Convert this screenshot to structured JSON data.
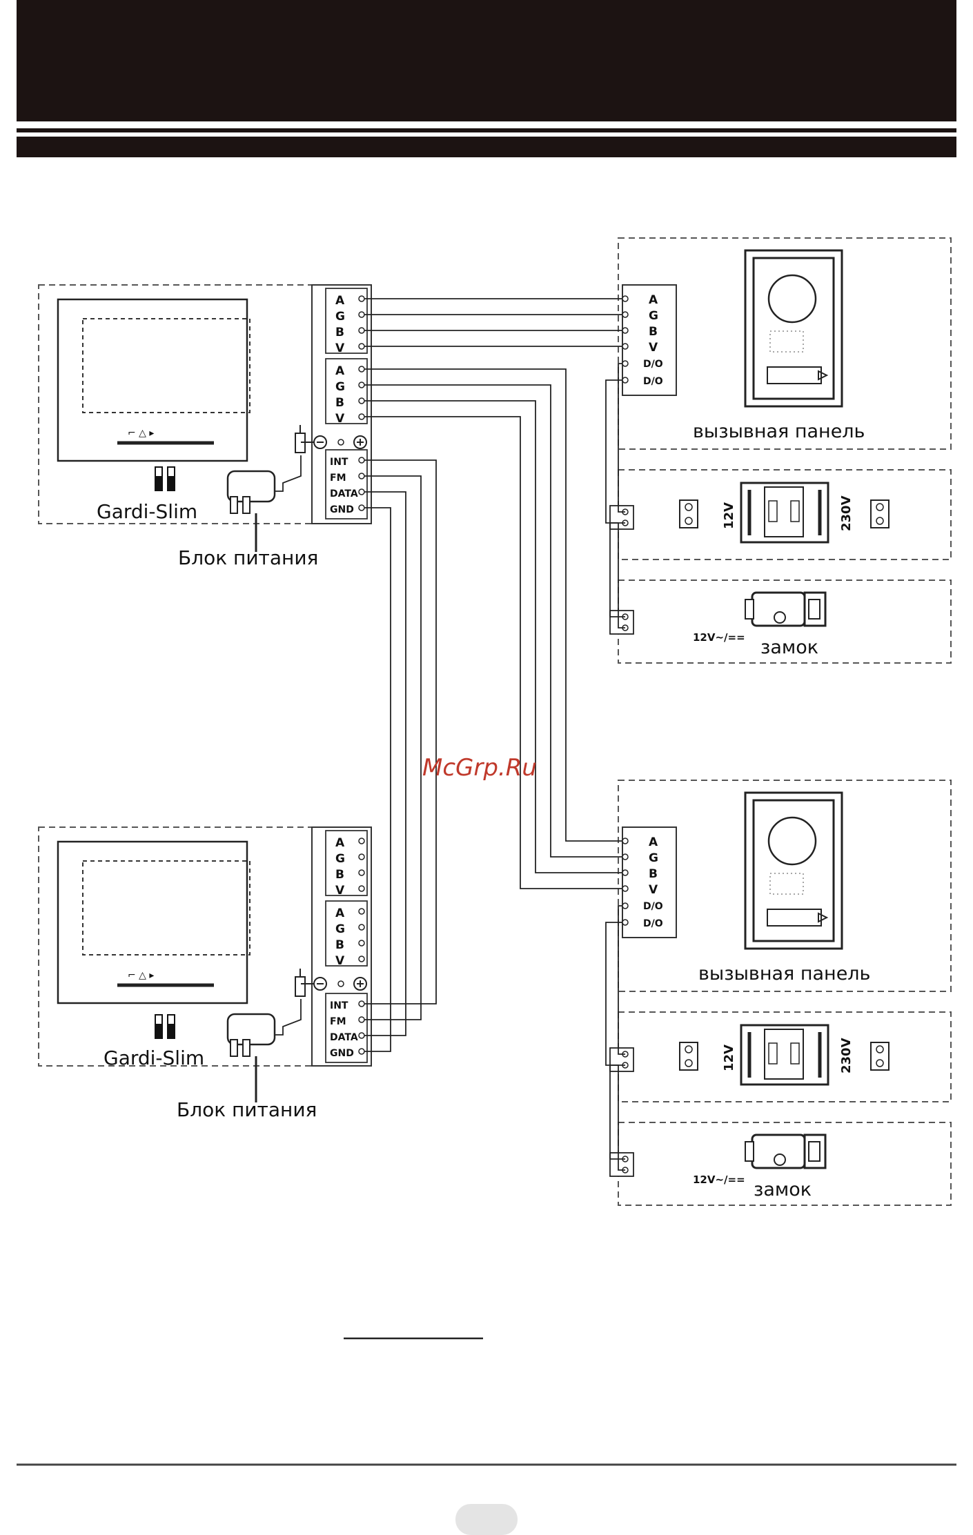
{
  "monitors": [
    {
      "model": "Gardi-Slim",
      "psu_label": "Блок питания"
    },
    {
      "model": "Gardi-Slim",
      "psu_label": "Блок питания"
    }
  ],
  "monitor_terminals": {
    "group1": [
      "A",
      "G",
      "B",
      "V"
    ],
    "group2": [
      "A",
      "G",
      "B",
      "V"
    ],
    "group3": [
      "INT",
      "FM",
      "DATA",
      "GND"
    ]
  },
  "panel_terminals": [
    "A",
    "G",
    "B",
    "V",
    "D/O",
    "D/O"
  ],
  "call_panel_label": "вызывная панель",
  "lock_label": "замок",
  "lock_voltage": "12V~/==",
  "relay_label_left": "12V",
  "relay_label_right": "230V",
  "watermark": "McGrp.Ru",
  "colors": {
    "header": "#1c1312",
    "watermark": "#c0392b"
  }
}
